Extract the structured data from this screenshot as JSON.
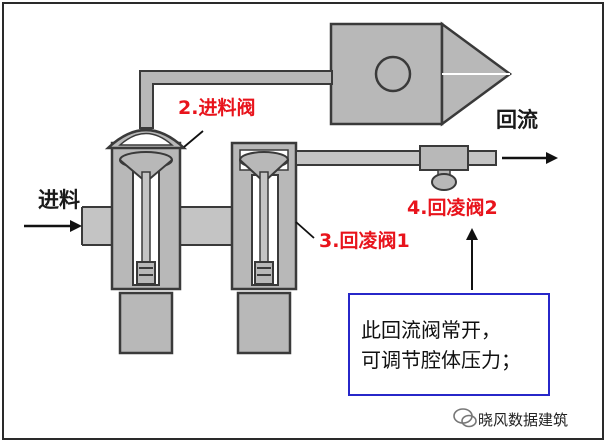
{
  "labels": {
    "feed": "进料",
    "inlet_valve": "2.进料阀",
    "reflux": "回流",
    "bypass_valve_2": "4.回凌阀2",
    "bypass_valve_1": "3.回凌阀1"
  },
  "note": {
    "line1": "此回流阀常开，",
    "line2": "可调节腔体压力；"
  },
  "watermark": {
    "text": "晓风数据建筑"
  },
  "colors": {
    "body_fill": "#b8b8b8",
    "outline": "#3a3a3a",
    "pipe_fill": "#c4c4c4",
    "label_red": "#e8141c",
    "note_border": "#2727c9"
  }
}
